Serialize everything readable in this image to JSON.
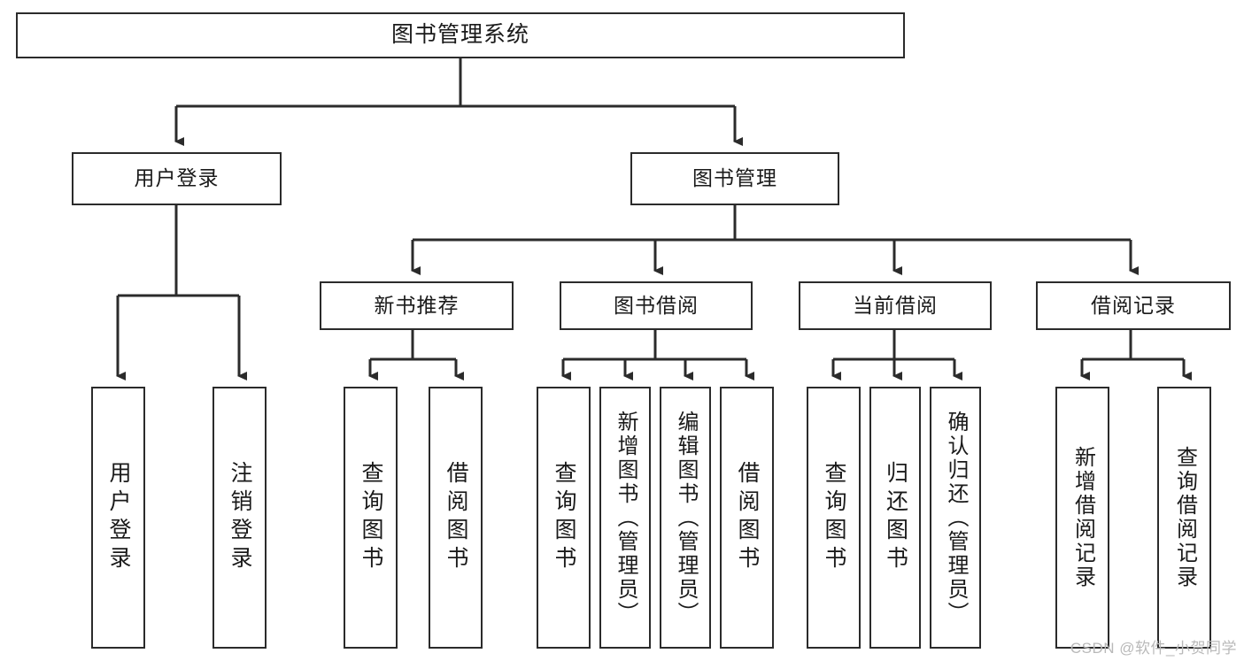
{
  "diagram": {
    "type": "tree-hierarchy-flowchart",
    "title_node": {
      "label": "图书管理系统"
    },
    "level1": [
      {
        "id": "user-login",
        "label": "用户登录"
      },
      {
        "id": "book-management",
        "label": "图书管理"
      }
    ],
    "level2": [
      {
        "id": "new-book-recommend",
        "label": "新书推荐",
        "parent": "book-management"
      },
      {
        "id": "book-borrow",
        "label": "图书借阅",
        "parent": "book-management"
      },
      {
        "id": "current-borrow",
        "label": "当前借阅",
        "parent": "book-management"
      },
      {
        "id": "borrow-record",
        "label": "借阅记录",
        "parent": "book-management"
      }
    ],
    "leaves": [
      {
        "id": "leaf-user-login",
        "label": "用户登录",
        "parent": "user-login"
      },
      {
        "id": "leaf-logout-login",
        "label": "注销登录",
        "parent": "user-login"
      },
      {
        "id": "leaf-query-book-1",
        "label": "查询图书",
        "parent": "new-book-recommend"
      },
      {
        "id": "leaf-borrow-book-1",
        "label": "借阅图书",
        "parent": "new-book-recommend"
      },
      {
        "id": "leaf-query-book-2",
        "label": "查询图书",
        "parent": "book-borrow"
      },
      {
        "id": "leaf-add-book",
        "label": "新增图书（管理员）",
        "parent": "book-borrow"
      },
      {
        "id": "leaf-edit-book",
        "label": "编辑图书（管理员）",
        "parent": "book-borrow"
      },
      {
        "id": "leaf-borrow-book-2",
        "label": "借阅图书",
        "parent": "book-borrow"
      },
      {
        "id": "leaf-query-book-3",
        "label": "查询图书",
        "parent": "current-borrow"
      },
      {
        "id": "leaf-return-book",
        "label": "归还图书",
        "parent": "current-borrow"
      },
      {
        "id": "leaf-confirm-return",
        "label": "确认归还（管理员）",
        "parent": "current-borrow"
      },
      {
        "id": "leaf-add-record",
        "label": "新增借阅记录",
        "parent": "borrow-record"
      },
      {
        "id": "leaf-query-record",
        "label": "查询借阅记录",
        "parent": "borrow-record"
      }
    ],
    "watermark": "CSDN @软件_小贺同学",
    "colors": {
      "stroke": "#2b2b2b",
      "background": "#ffffff",
      "text": "#1a1a1a",
      "watermark": "#b9b9b9"
    }
  }
}
